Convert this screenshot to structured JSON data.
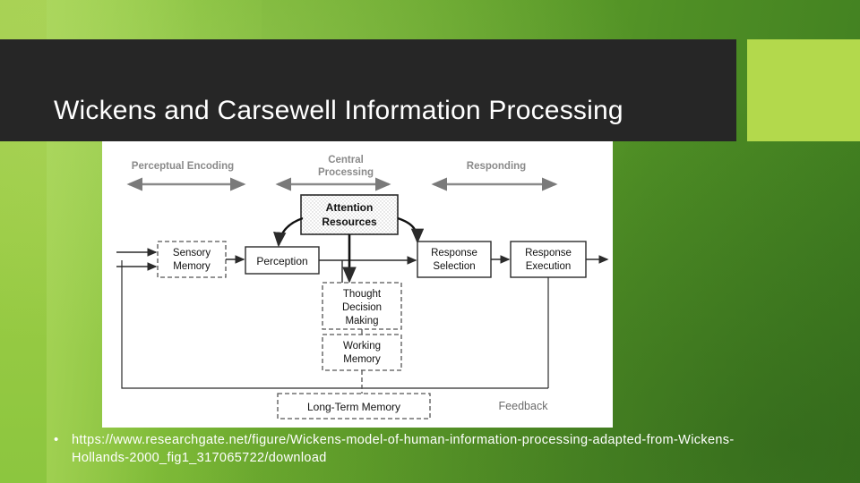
{
  "slide": {
    "title": "Wickens and Carsewell Information Processing",
    "accent_color": "#b3d94c",
    "title_bar_color": "#262626",
    "background_color": "#6aa933"
  },
  "bullet": {
    "marker": "•",
    "text": "https://www.researchgate.net/figure/Wickens-model-of-human-information-processing-adapted-from-Wickens-Hollands-2000_fig1_317065722/download"
  },
  "figure": {
    "stage_labels": [
      {
        "id": "perceptual-encoding",
        "line1": "Perceptual Encoding",
        "line2": ""
      },
      {
        "id": "central-processing",
        "line1": "Central",
        "line2": "Processing"
      },
      {
        "id": "responding",
        "line1": "Responding",
        "line2": ""
      }
    ],
    "boxes": [
      {
        "id": "attention-resources",
        "line1": "Attention",
        "line2": "Resources"
      },
      {
        "id": "sensory-memory",
        "line1": "Sensory",
        "line2": "Memory"
      },
      {
        "id": "perception",
        "line1": "Perception",
        "line2": ""
      },
      {
        "id": "response-selection",
        "line1": "Response",
        "line2": "Selection"
      },
      {
        "id": "response-execution",
        "line1": "Response",
        "line2": "Execution"
      },
      {
        "id": "thought-decision-making",
        "line1": "Thought",
        "line2": "Decision",
        "line3": "Making"
      },
      {
        "id": "working-memory",
        "line1": "Working",
        "line2": "Memory"
      },
      {
        "id": "long-term-memory",
        "line1": "Long-Term Memory",
        "line2": ""
      }
    ],
    "feedback_label": "Feedback"
  }
}
